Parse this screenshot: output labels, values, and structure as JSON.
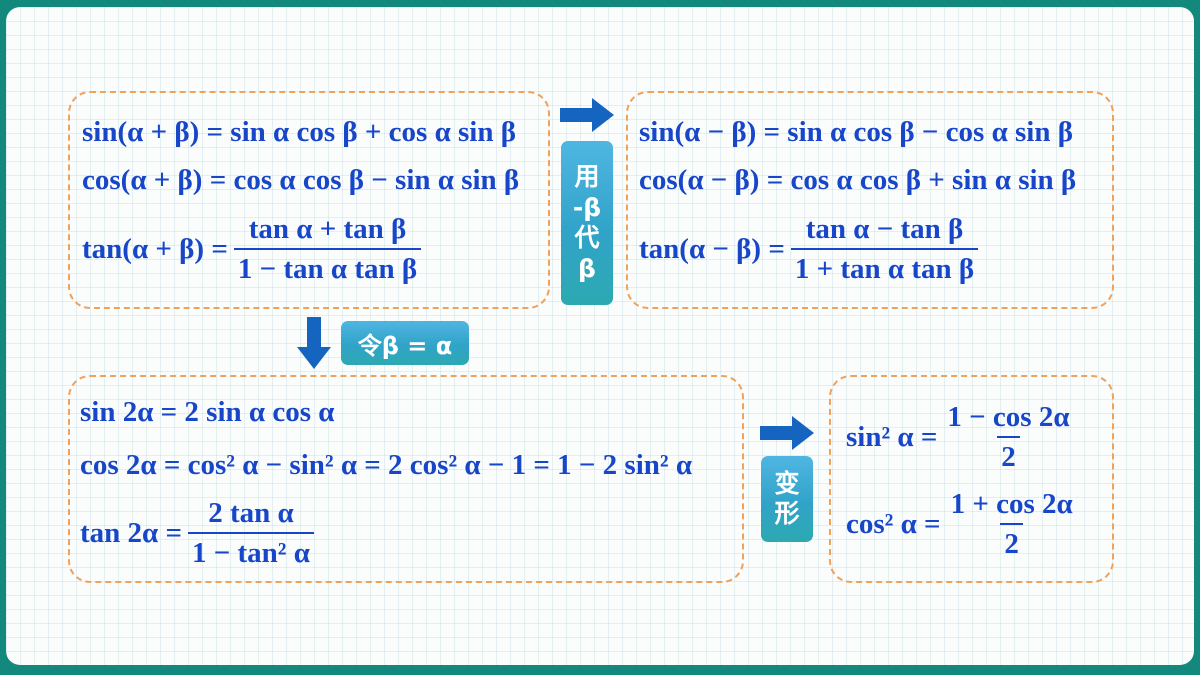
{
  "colors": {
    "frame": "#13897e",
    "formula_text": "#1746c8",
    "dashed_border": "#f0a15a",
    "label_gradient": [
      "#4fb6e2",
      "#2ca9b2"
    ],
    "arrow": "#1565c0"
  },
  "box_sum": {
    "sin": "sin(α + β) = sin α cos β + cos α sin β",
    "cos": "cos(α + β) = cos α cos β − sin α sin β",
    "tan_left": "tan(α + β) =",
    "tan_num": "tan α + tan β",
    "tan_den": "1 − tan α tan β"
  },
  "box_diff": {
    "sin": "sin(α − β) = sin α cos β − cos α sin β",
    "cos": "cos(α − β) = cos α cos β + sin α sin β",
    "tan_left": "tan(α − β) =",
    "tan_num": "tan α − tan β",
    "tan_den": "1 + tan α tan β"
  },
  "box_double": {
    "sin": "sin 2α = 2 sin α cos α",
    "cos": "cos 2α = cos² α − sin² α = 2 cos² α − 1 = 1 − 2 sin² α",
    "tan_left": "tan 2α =",
    "tan_num": "2 tan α",
    "tan_den": "1 − tan² α"
  },
  "box_power": {
    "sin_left": "sin² α =",
    "sin_num": "1 − cos 2α",
    "sin_den": "2",
    "cos_left": "cos² α =",
    "cos_num": "1 + cos 2α",
    "cos_den": "2"
  },
  "labels": {
    "substitute_lines": [
      "用",
      "-β",
      "代",
      "β"
    ],
    "let": "令β = α",
    "transform_lines": [
      "变",
      "形"
    ]
  },
  "icons": {
    "right_arrow_top": "right-arrow-icon",
    "down_arrow": "down-arrow-icon",
    "right_arrow_bottom": "right-arrow-icon"
  }
}
